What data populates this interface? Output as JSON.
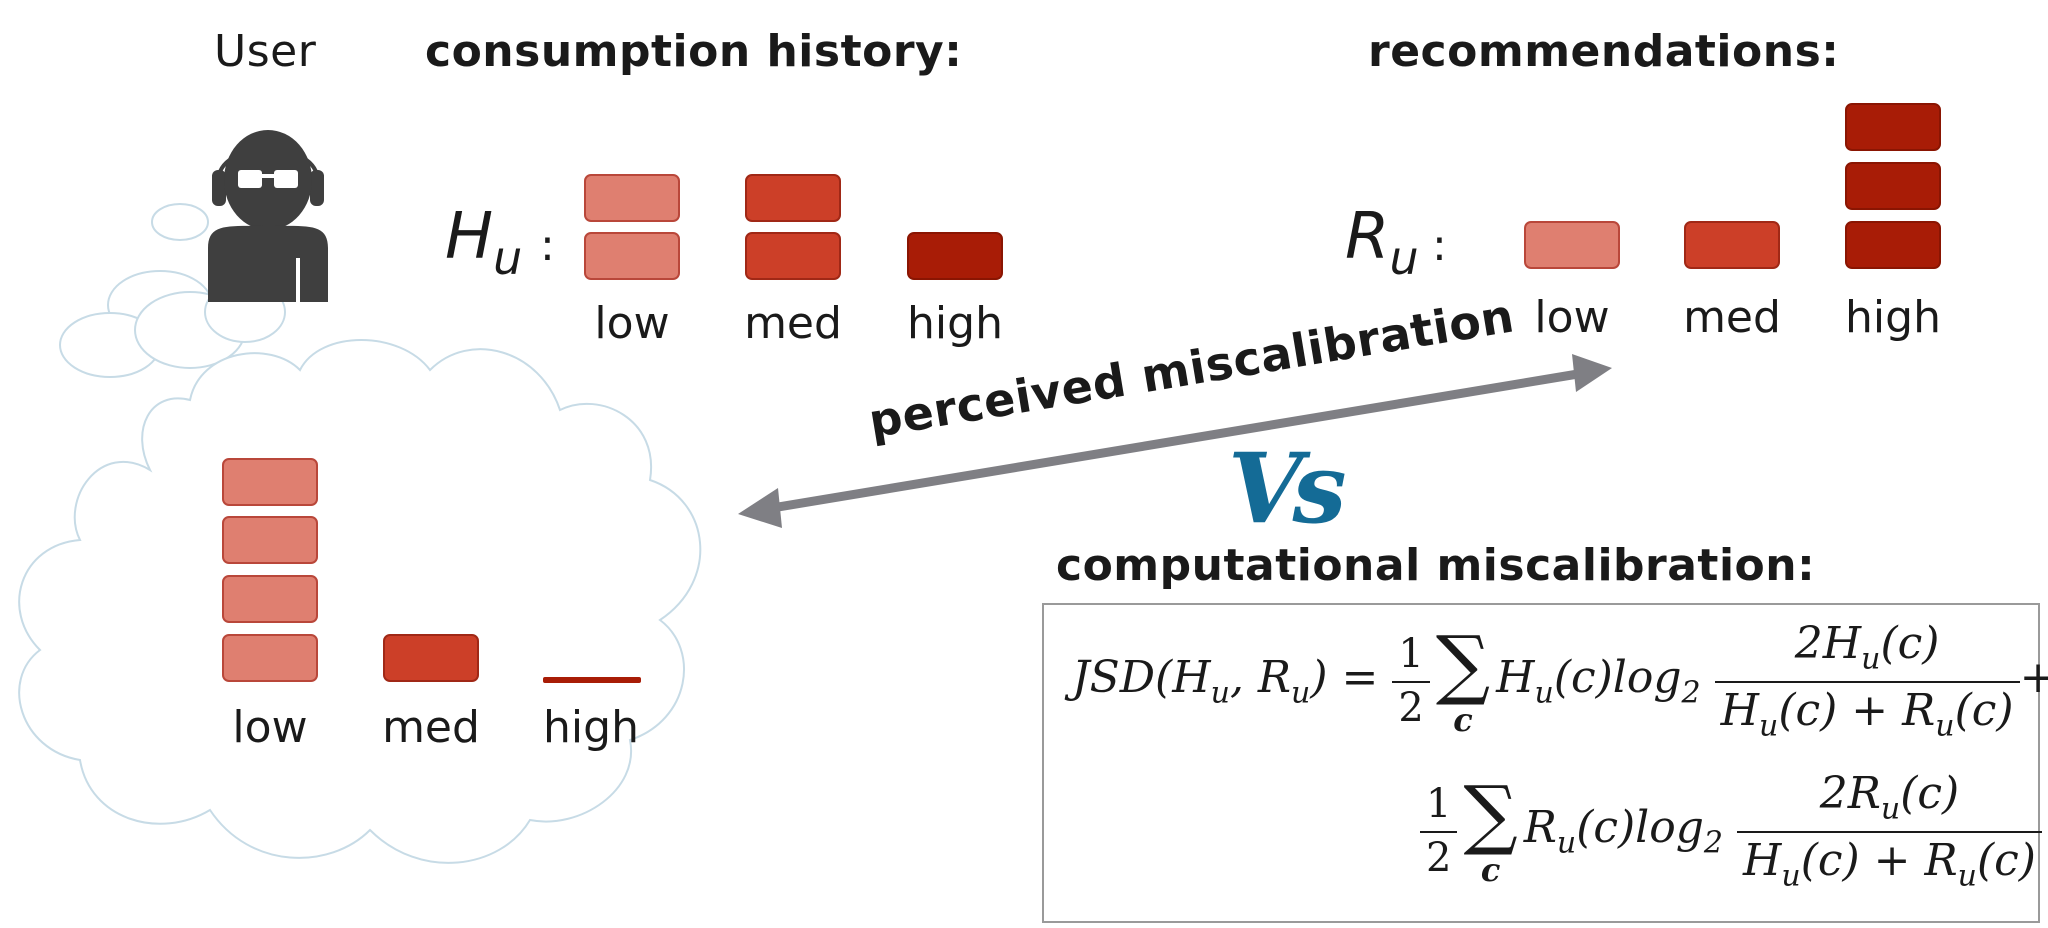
{
  "header": {
    "user": "User",
    "history": "consumption history:",
    "recommendations": "recommendations:"
  },
  "history": {
    "symbol": "H",
    "sub": "u",
    "colon": ":",
    "categories": [
      "low",
      "med",
      "high"
    ],
    "counts": [
      2,
      2,
      1
    ]
  },
  "recs": {
    "symbol": "R",
    "sub": "u",
    "colon": ":",
    "categories": [
      "low",
      "med",
      "high"
    ],
    "counts": [
      1,
      1,
      3
    ]
  },
  "perceived": {
    "categories": [
      "low",
      "med",
      "high"
    ],
    "counts": [
      4,
      1,
      0
    ]
  },
  "arrow_label": "perceived miscalibration",
  "vs": "Vs",
  "computational_header": "computational miscalibration:",
  "formula": {
    "lhs": "JSD(Hu, Ru) =",
    "line1": "1/2 Σc Hu(c) log2 2Hu(c) / (Hu(c) + Ru(c)) +",
    "line2": "1/2 Σc Ru(c) log2 2Ru(c) / (Hu(c) + Ru(c))"
  },
  "colors": {
    "low": "#df7f70",
    "med": "#cc3f28",
    "high": "#a81c06",
    "arrow": "#7f7f84",
    "vs": "#146b96",
    "cloud_stroke": "#c7dbe6",
    "user_icon": "#3f3f3f"
  },
  "icons": [
    "user-headphones-icon",
    "thought-cloud-icon",
    "double-arrow-icon"
  ]
}
